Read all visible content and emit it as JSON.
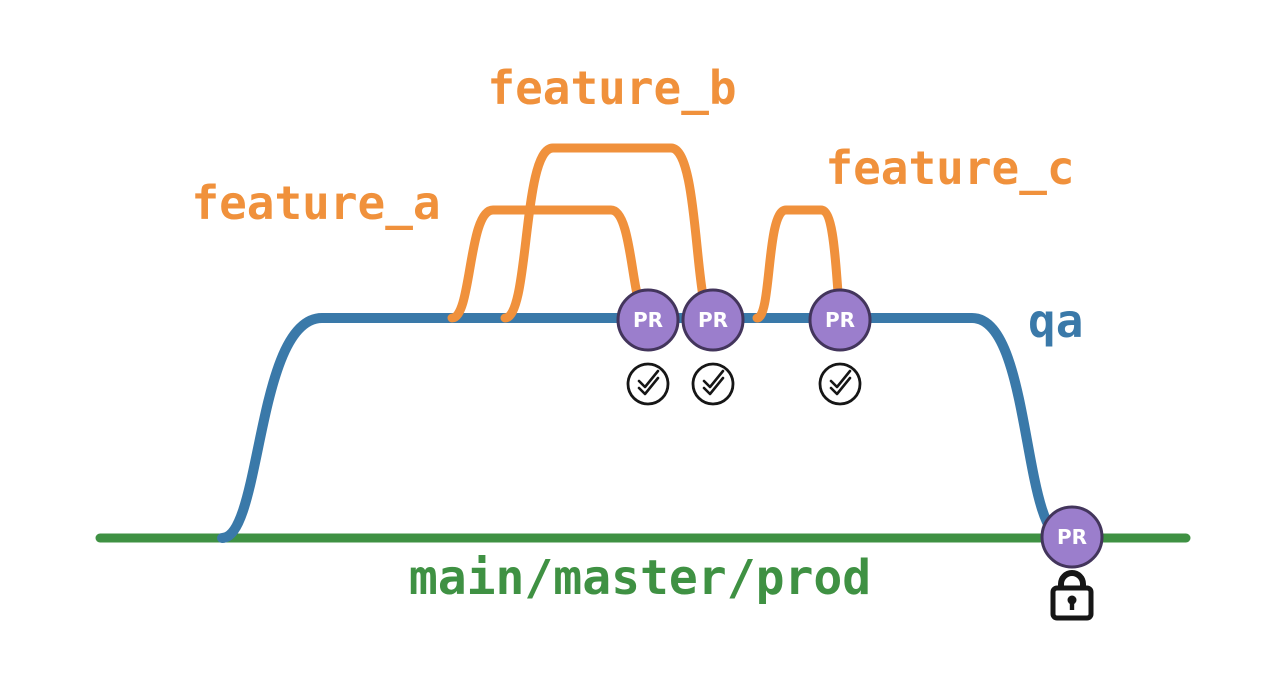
{
  "diagram_title": "git-branching-strategy-diagram",
  "branches": {
    "feature_a": {
      "label": "feature_a"
    },
    "feature_b": {
      "label": "feature_b"
    },
    "feature_c": {
      "label": "feature_c"
    },
    "qa": {
      "label": "qa"
    },
    "main": {
      "label": "main/master/prod"
    }
  },
  "pr_badges": [
    {
      "label": "PR"
    },
    {
      "label": "PR"
    },
    {
      "label": "PR"
    },
    {
      "label": "PR"
    }
  ],
  "icons": {
    "approval_check": {
      "name": "approved-check-icon",
      "glyph": "✓",
      "count": 3
    },
    "lock": {
      "name": "lock-icon",
      "glyph": "🔒",
      "count": 1
    }
  },
  "colors": {
    "background": "#FFFFFF",
    "feature_orange": "#F0913C",
    "qa_blue": "#3A79A9",
    "main_green": "#3F9143",
    "pr_fill": "#9B7ECC",
    "pr_border": "#43355C",
    "pr_text": "#FFFFFF",
    "icon_black": "#161616",
    "icon_fill": "#FFFFFF"
  }
}
